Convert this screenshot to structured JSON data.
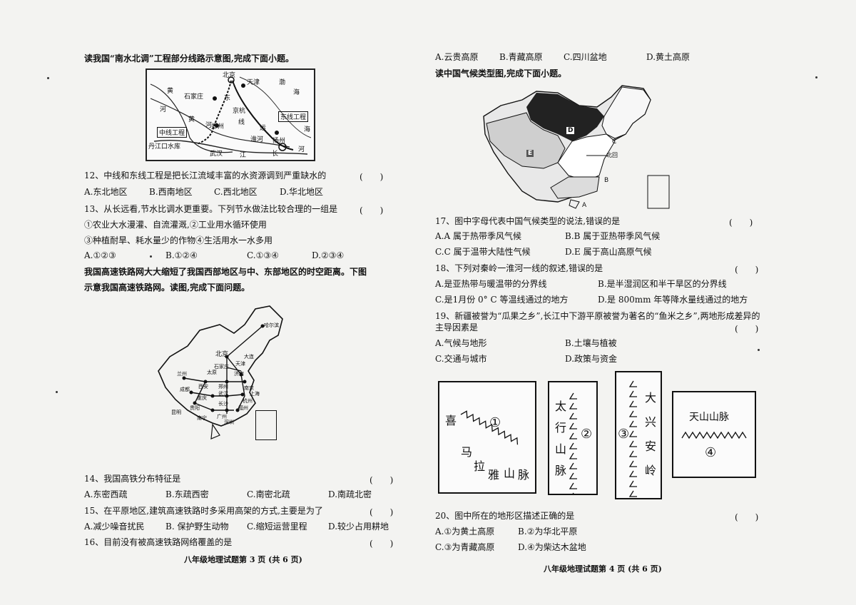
{
  "left": {
    "intro1": "读我国“南水北调”工程部分线路示意图,完成下面小题。",
    "map1": {
      "labels": [
        "北京",
        "天津",
        "渤",
        "海",
        "黄",
        "河",
        "石家庄",
        "东",
        "黄",
        "河",
        "京杭",
        "线",
        "运",
        "海",
        "中线工程",
        "郑州",
        "淮河",
        "扬州",
        "东线工程",
        "丹江口水库",
        "武汉",
        "江",
        "长",
        "河"
      ]
    },
    "q12": "12、中线和东线工程是把长江流域丰富的水资源调到严重缺水的",
    "q12_paren": "(　　)",
    "q12_opts": [
      "A.东北地区",
      "B.西南地区",
      "C.西北地区",
      "D.华北地区"
    ],
    "q13": "13、从长远看,节水比调水更重要。下列节水做法比较合理的一组是",
    "q13_paren": "(　　)",
    "q13_l1": "①农业大水漫灌、自流灌溉,②工业用水循环使用",
    "q13_l2": "③种植耐旱、耗水量少的作物④生活用水一水多用",
    "q13_opts": [
      "A.①②③",
      "B.①②④",
      "C.①③④",
      "D.②③④"
    ],
    "intro2a": "我国高速铁路网大大缩短了我国西部地区与中、东部地区的时空距离。下图",
    "intro2b": "示意我国高速铁路网。读图,完成下面问题。",
    "map2": {
      "labels": [
        "哈尔滨",
        "北京",
        "大连",
        "天津",
        "石家庄",
        "济南",
        "太原",
        "兰州",
        "西安",
        "郑州",
        "南京",
        "上海",
        "成都",
        "重庆",
        "武汉",
        "杭州",
        "长沙",
        "贵阳",
        "福州",
        "昆明",
        "南宁",
        "广州",
        "深圳"
      ]
    },
    "q14": "14、我国高铁分布特征是",
    "q14_paren": "(　　)",
    "q14_opts": [
      "A.东密西疏",
      "B.东疏西密",
      "C.南密北疏",
      "D.南疏北密"
    ],
    "q15": "15、在平原地区,建筑高速铁路时多采用高架的方式,主要是为了",
    "q15_paren": "(　　)",
    "q15_opts": [
      "A.减少噪音扰民",
      "B. 保护野生动物",
      "C.缩短运营里程",
      "D.较少占用耕地"
    ],
    "q16": "16、目前没有被高速铁路网络覆盖的是",
    "q16_paren": "(　　)",
    "footer": "八年级地理试题第 3 页 (共 6 页)"
  },
  "right": {
    "q16_opts": [
      "A.云贵高原",
      "B.青藏高原",
      "C.四川盆地",
      "D.黄土高原"
    ],
    "intro3": "读中国气候类型图,完成下面小题。",
    "map3": {
      "labels": [
        "D",
        "E",
        "C",
        "B",
        "A",
        "北回"
      ]
    },
    "q17": "17、图中字母代表中国气候类型的说法,错误的是",
    "q17_paren": "(　　)",
    "q17_opts": [
      "A.A 属于热带季风气候",
      "B.B 属于亚热带季风气候",
      "C.C 属于温带大陆性气候",
      "D.E 属于高山高原气候"
    ],
    "q18": "18、下列对秦岭一淮河一线的叙述,错误的是",
    "q18_paren": "(　　)",
    "q18_opts": [
      "A.是亚热带与暖温带的分界线",
      "B.是半湿润区和半干旱区的分界线",
      "C.是1月份 0° C 等温线通过的地方",
      "D.是 800mm 年等降水量线通过的地方"
    ],
    "q19a": "19、新疆被誉为“瓜果之乡”,长江中下游平原被誉为著名的“鱼米之乡”,两地形成差异的",
    "q19b": "主导因素是",
    "q19_paren": "(　　)",
    "q19_opts": [
      "A.气候与地形",
      "B.土壤与植被",
      "C.交通与城市",
      "D.政策与资金"
    ],
    "mountains": {
      "m1": [
        "喜",
        "马",
        "拉",
        "雅",
        "山",
        "脉"
      ],
      "m1_num": "①",
      "m2": [
        "太",
        "行",
        "山",
        "脉"
      ],
      "m2_num": "②",
      "m3": [
        "大",
        "兴",
        "安",
        "岭"
      ],
      "m3_num": "③",
      "m4": "天山山脉",
      "m4_num": "④"
    },
    "q20": "20、图中所在的地形区描述正确的是",
    "q20_paren": "(　　)",
    "q20_opts": [
      "A.①为黄土高原",
      "B.②为华北平原",
      "C.③为青藏高原",
      "D.④为柴达木盆地"
    ],
    "footer": "八年级地理试题第 4 页 (共 6 页)"
  }
}
